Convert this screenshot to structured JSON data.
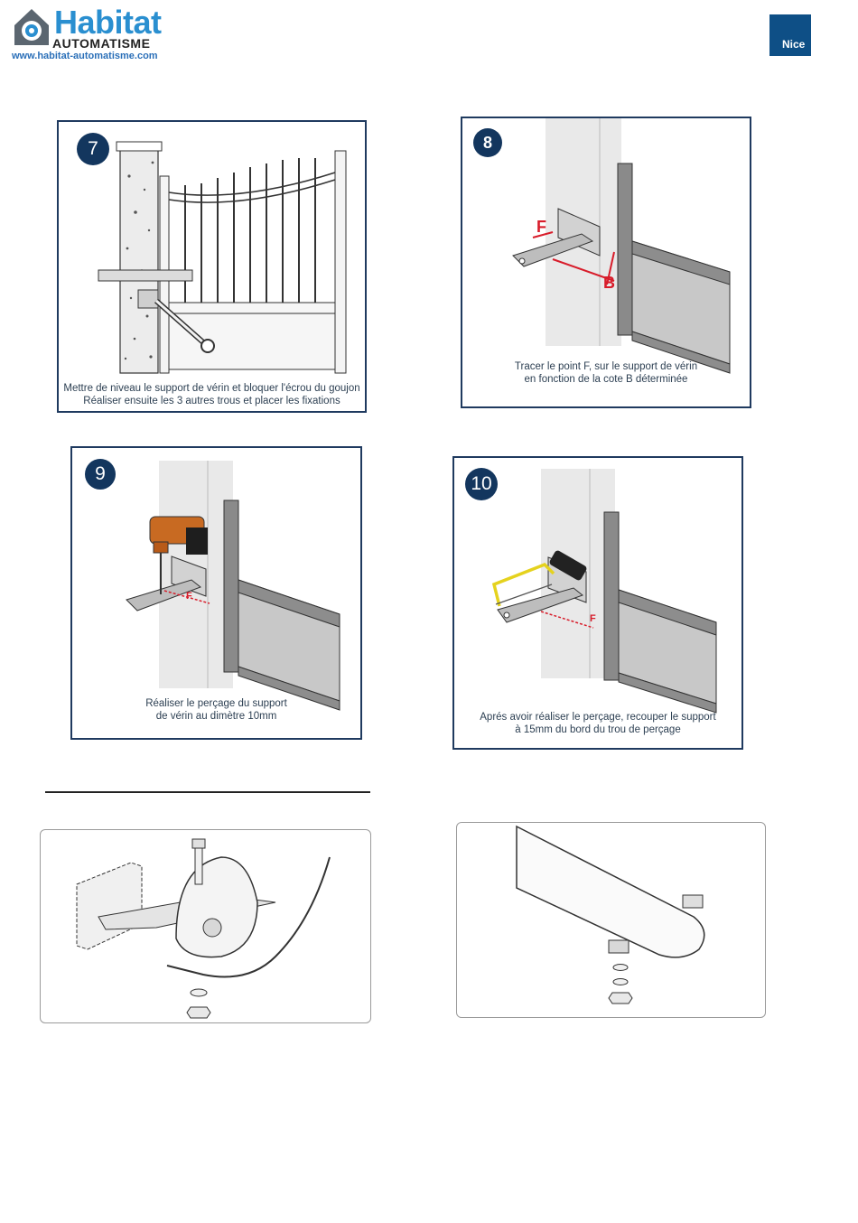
{
  "header": {
    "brand_name": "Habitat",
    "brand_sub": "AUTOMATISME",
    "brand_url": "www.habitat-automatisme.com",
    "partner_logo": "Nice"
  },
  "steps": [
    {
      "number": "7",
      "caption_lines": [
        "Mettre de niveau le support de vérin et bloquer l'écrou du goujon",
        "Réaliser ensuite les 3 autres trous et placer les fixations"
      ]
    },
    {
      "number": "8",
      "labels": {
        "f": "F",
        "b": "B"
      },
      "caption_lines": [
        "Tracer le point F, sur le support de vérin",
        "en fonction de la cote B déterminée"
      ]
    },
    {
      "number": "9",
      "labels": {
        "f": "F"
      },
      "caption_lines": [
        "Réaliser le perçage du support",
        "de vérin au dimètre 10mm"
      ]
    },
    {
      "number": "10",
      "labels": {
        "f": "F"
      },
      "caption_lines": [
        "Aprés avoir réaliser le perçage, recouper le support",
        "à 15mm du bord du trou de perçage"
      ]
    }
  ],
  "colors": {
    "panel_border": "#1f3a5f",
    "badge": "#13365e",
    "dimension_red": "#d81c2a",
    "brand_blue": "#2a8fd0",
    "nice_blue": "#0e4f86",
    "saw_yellow": "#e5d21e",
    "drill_orange": "#c86a22"
  }
}
